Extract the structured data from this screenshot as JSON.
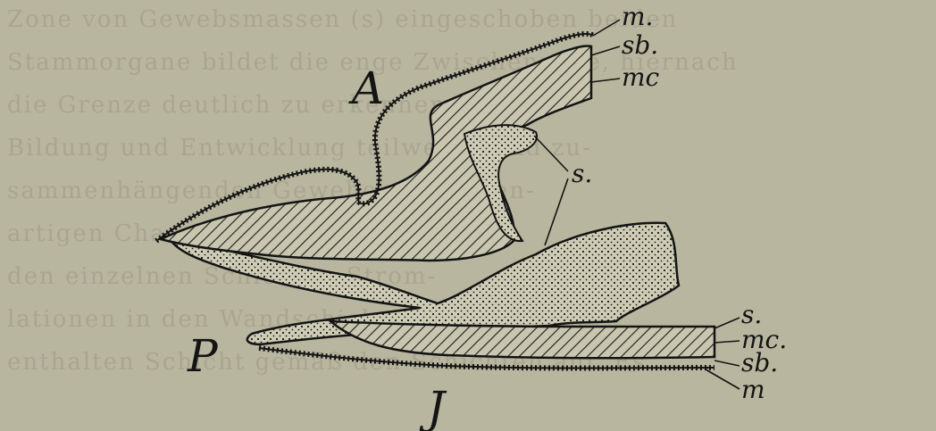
{
  "figure": {
    "background_color": "#b9b69f",
    "ink_color": "#141414",
    "labels": {
      "A": "A",
      "P": "P",
      "J": "J",
      "top_m": "m.",
      "top_sb": "sb.",
      "top_mc": "mc",
      "top_s": "s.",
      "bot_s": "s.",
      "bot_mc": "mc.",
      "bot_sb": "sb.",
      "bot_m": "m"
    },
    "background_text": [
      "Zone von Gewebsmassen (s) eingeschoben beiden",
      "Stammorgane bildet die enge Zwischenzone, hiernach",
      "die Grenze deutlich zu erkennen. Diese",
      "Bildung und Entwicklung teilweise sind zu-",
      "sammenhängenden Geweben zwischen-",
      "artigen Charakter zur Basis des von",
      "den einzelnen Schichten Strom-",
      "lationen in den Wandschichten gegen oben",
      "enthalten Schicht gemäß den Schichten auf. Es"
    ]
  }
}
